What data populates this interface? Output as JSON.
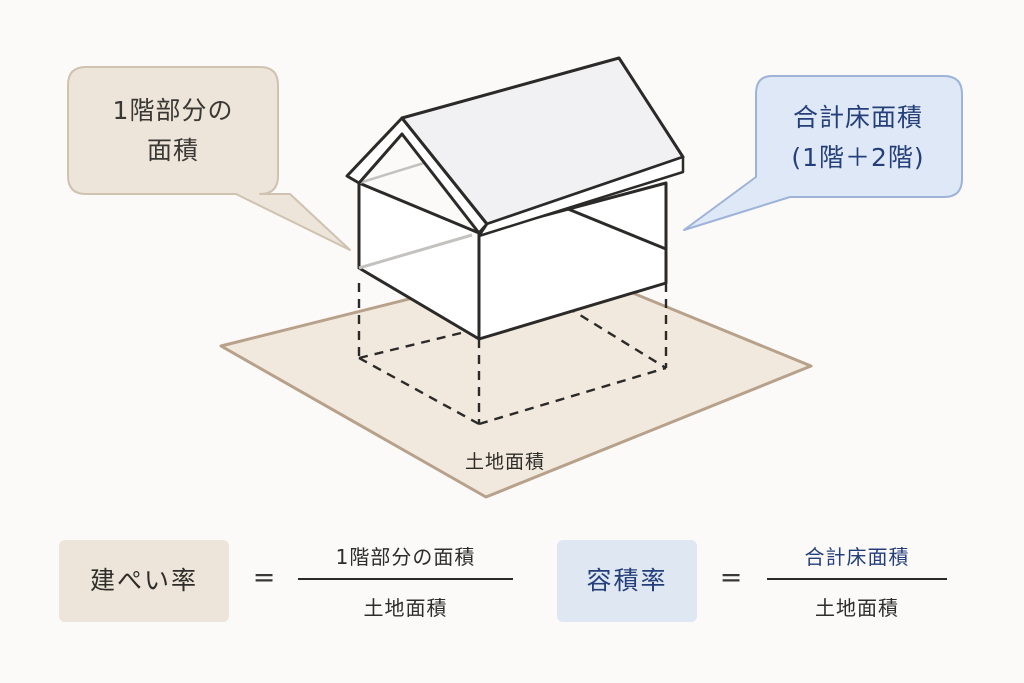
{
  "callouts": {
    "first_floor": [
      "1階部分の",
      "面積"
    ],
    "total_floor": [
      "合計床面積",
      "(1階＋2階)"
    ]
  },
  "land_label": "土地面積",
  "formulas": {
    "bcr": {
      "name": "建ぺい率",
      "equals": "=",
      "numerator": "1階部分の面積",
      "denominator": "土地面積"
    },
    "far": {
      "name": "容積率",
      "equals": "=",
      "numerator": "合計床面積",
      "denominator": "土地面積"
    }
  },
  "colors": {
    "land_fill": "#f1e9dd",
    "land_border": "#b7a18a",
    "left_bubble": "#ede5d9",
    "left_bubble_border": "#cfc2b0",
    "right_bubble": "#dfe8f6",
    "right_bubble_border": "#9db3d8",
    "bcr_badge": "#ede5d9",
    "far_badge": "#dfe7f3",
    "accent_blue": "#243f7a",
    "text_dark": "#2f2d2a",
    "house_line": "#2b2a28",
    "roof_fill": "#f1f1f3"
  },
  "icons": [
    "house-illustration"
  ]
}
